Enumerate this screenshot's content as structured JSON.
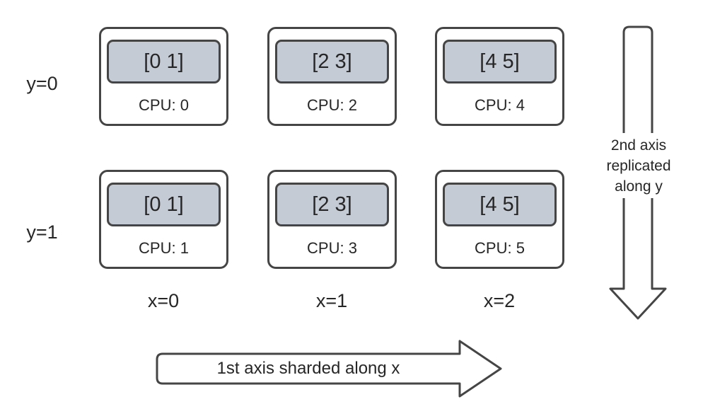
{
  "row_labels": [
    "y=0",
    "y=1"
  ],
  "col_labels": [
    "x=0",
    "x=1",
    "x=2"
  ],
  "devices": [
    {
      "data": "[0 1]",
      "cpu": "CPU: 0"
    },
    {
      "data": "[2 3]",
      "cpu": "CPU: 2"
    },
    {
      "data": "[4 5]",
      "cpu": "CPU: 4"
    },
    {
      "data": "[0 1]",
      "cpu": "CPU: 1"
    },
    {
      "data": "[2 3]",
      "cpu": "CPU: 3"
    },
    {
      "data": "[4 5]",
      "cpu": "CPU: 5"
    }
  ],
  "arrows": {
    "down": {
      "lines": [
        "2nd axis",
        "replicated",
        "along y"
      ]
    },
    "right": {
      "label": "1st axis sharded along x"
    }
  },
  "colors": {
    "shard_fill": "#c5cbd5",
    "outline": "#454545",
    "text": "#262626",
    "background": "#ffffff"
  }
}
